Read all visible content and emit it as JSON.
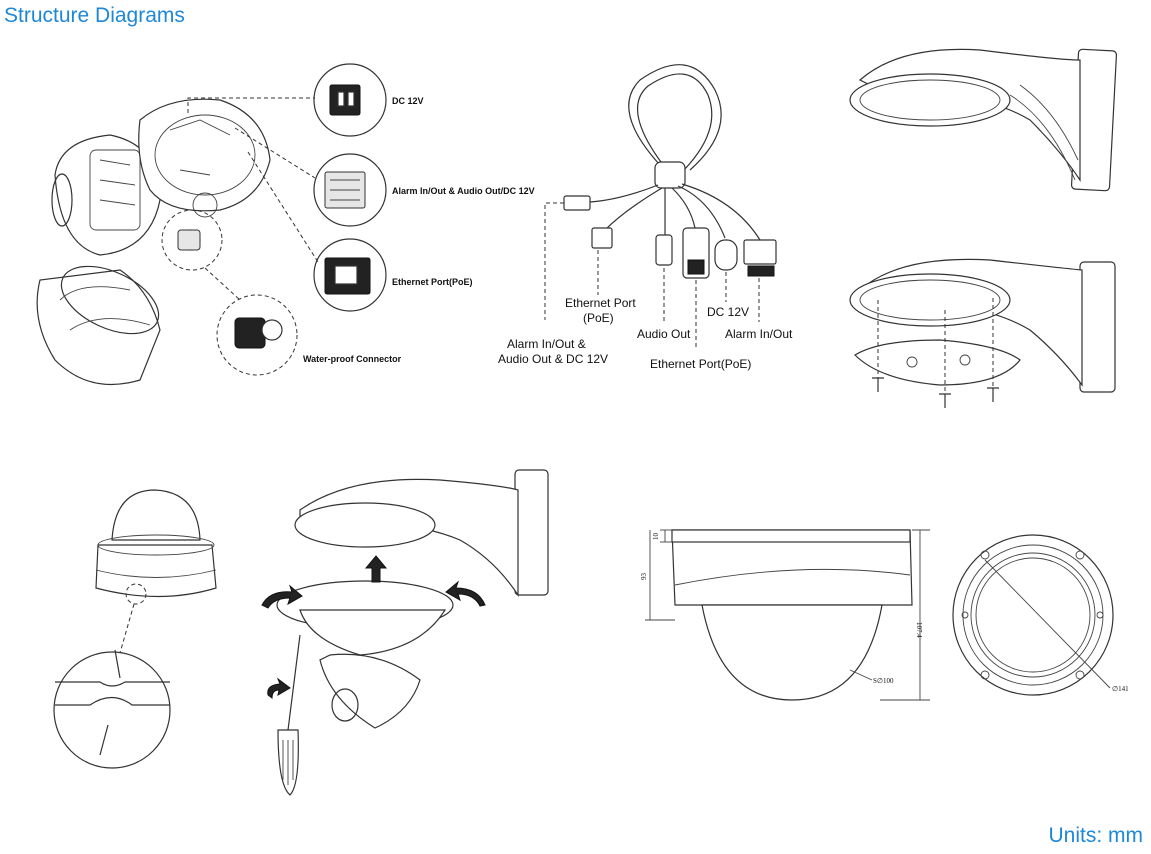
{
  "header": {
    "title": "Structure Diagrams"
  },
  "footer": {
    "units": "Units: mm"
  },
  "camera_callouts": {
    "dc": "DC 12V",
    "alarm": "Alarm In/Out & Audio Out/DC 12V",
    "ethernet": "Ethernet Port(PoE)",
    "waterproof": "Water-proof Connector"
  },
  "cable_labels": {
    "ethernet_line1": "Ethernet Port",
    "ethernet_line2": "(PoE)",
    "alarm_combo_line1": "Alarm In/Out &",
    "alarm_combo_line2": "Audio Out & DC 12V",
    "audio_out": "Audio Out",
    "dc": "DC 12V",
    "alarm_io": "Alarm In/Out",
    "ethernet_poe": "Ethernet Port(PoE)"
  },
  "dimensions": {
    "d10": "10",
    "d93": "93",
    "d107": "107.4",
    "sphere": "S∅100",
    "outer": "∅141"
  },
  "icons": [
    "camera-exploded-icon",
    "cable-harness-icon",
    "wall-mount-icon",
    "mount-plate-icon",
    "dome-icon",
    "screwdriver-icon",
    "rotate-arrow-icon",
    "up-arrow-icon",
    "side-view-icon",
    "top-view-icon"
  ]
}
